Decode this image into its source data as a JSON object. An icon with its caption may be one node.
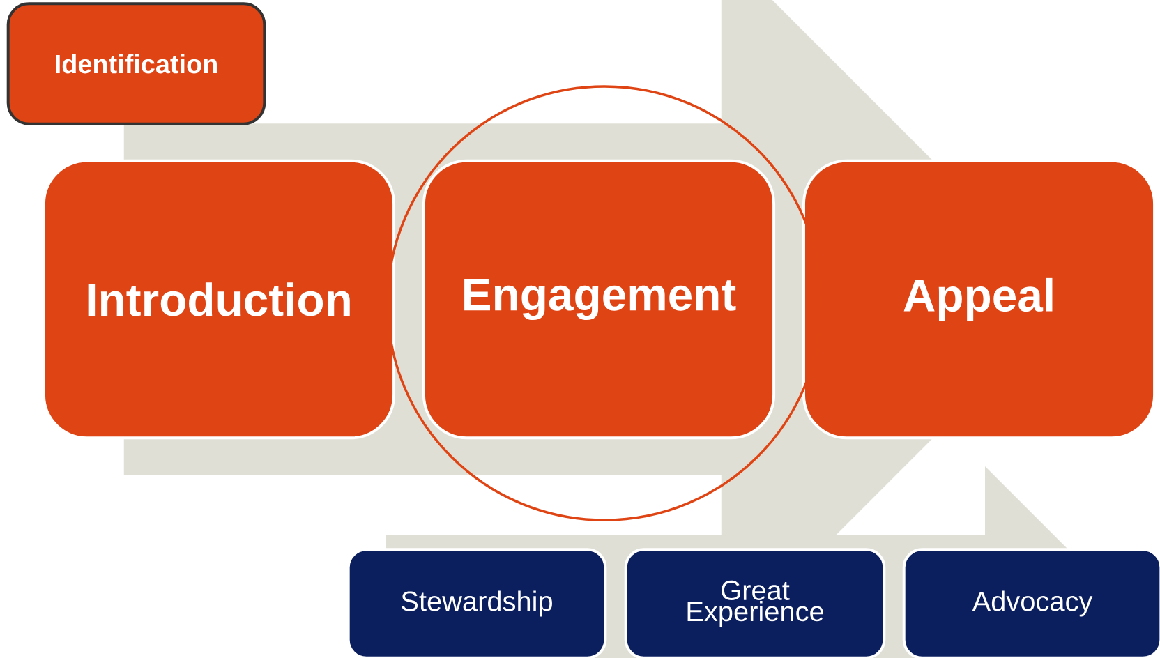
{
  "diagram": {
    "nodes": [
      {
        "text": [
          "Identification"
        ]
      },
      {
        "text": [
          "Introduction"
        ]
      },
      {
        "text": [
          "Engagement"
        ]
      },
      {
        "text": [
          "Appeal"
        ]
      },
      {
        "text": [
          "Stewardship"
        ]
      },
      {
        "text": [
          "Great Experience"
        ]
      },
      {
        "text": [
          "Advocacy"
        ]
      }
    ],
    "edges": [
      {
        "from": 1,
        "to": 3,
        "arrow": "to",
        "style": "thick",
        "color": "#e0dfd6"
      }
    ]
  }
}
